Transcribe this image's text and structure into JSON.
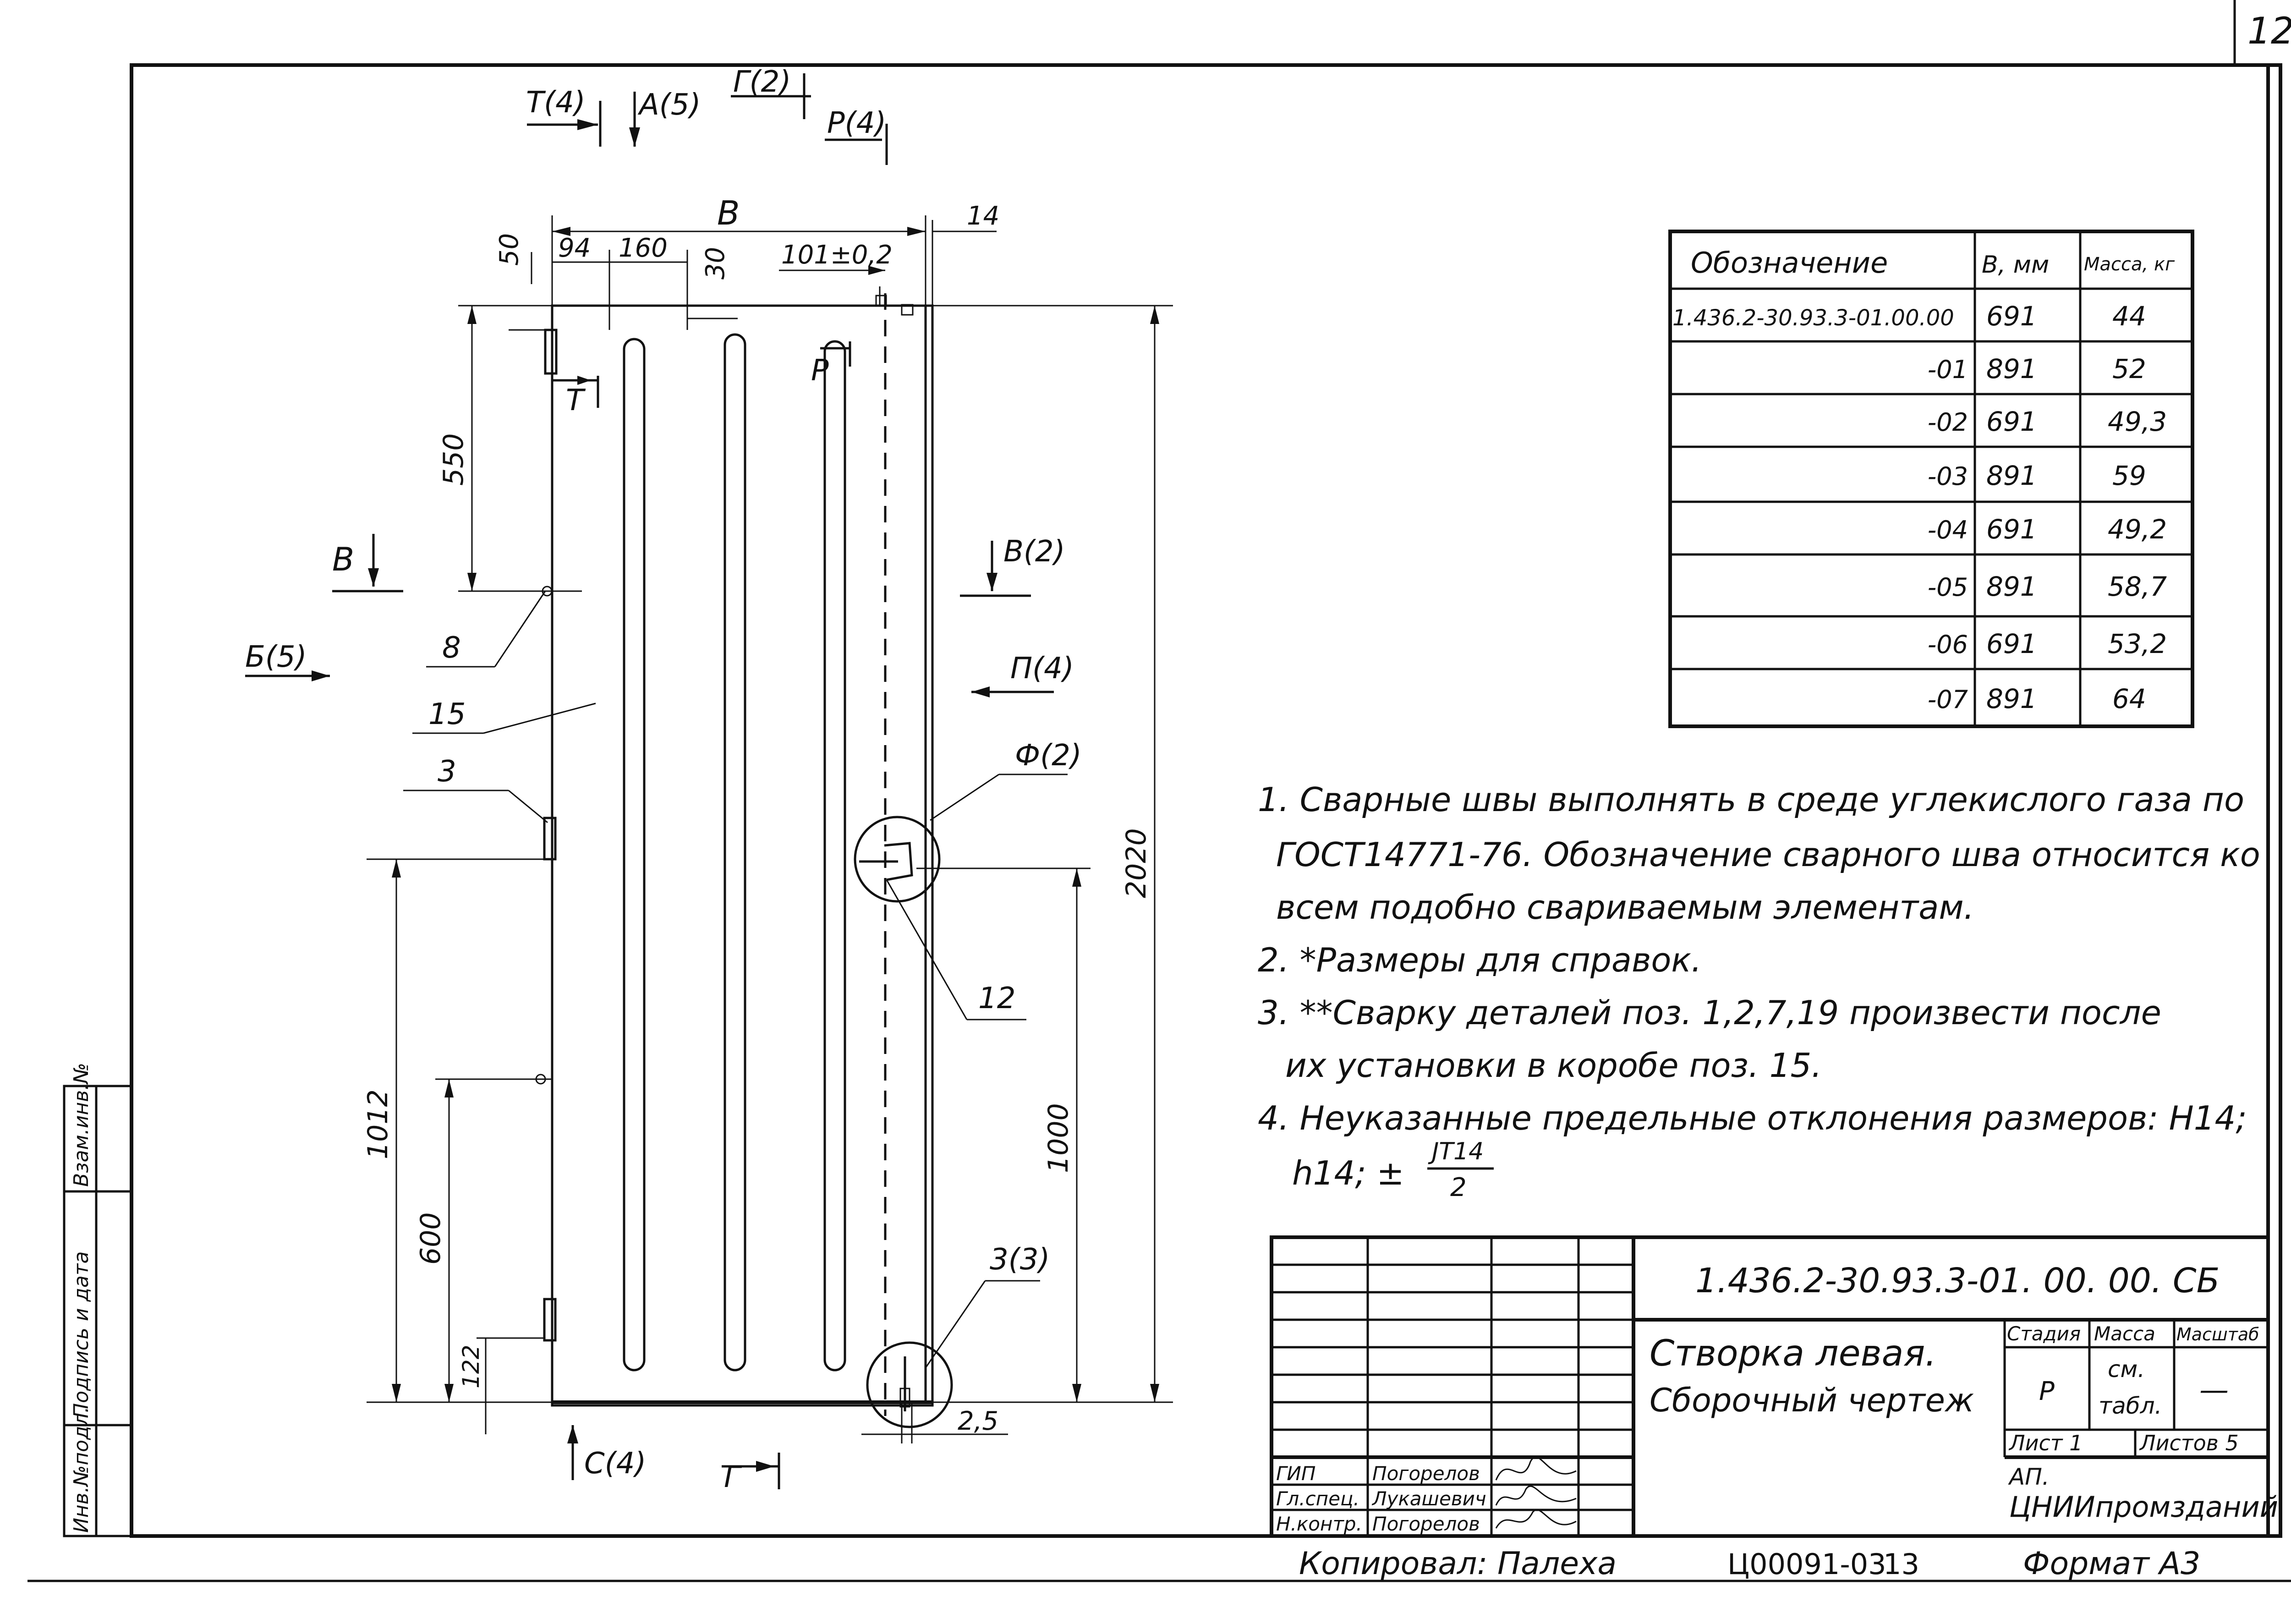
{
  "sheet": {
    "corner_number": "12",
    "side_stamp": [
      "Инв.№подл.",
      "Подпись и дата",
      "Взам.инв.№"
    ]
  },
  "views": {
    "marks": {
      "t4": "Т(4)",
      "a5": "А(5)",
      "g2": "Г(2)",
      "r4": "Р(4)",
      "v": "В",
      "v2": "В(2)",
      "b5": "Б(5)",
      "p4": "П(4)",
      "f2": "Ф(2)",
      "s4": "С(4)",
      "g": "Г",
      "t": "Т",
      "r": "Р"
    },
    "leaders": {
      "l8": "8",
      "l15": "15",
      "l3": "3",
      "l12": "12",
      "l33": "3(3)"
    },
    "dimensions": {
      "width_b": "В",
      "d94": "94",
      "d160": "160",
      "d30": "30",
      "d50": "50",
      "d101": "101±0,2",
      "d14": "14",
      "d550": "550",
      "d2020": "2020",
      "d1012": "1012",
      "d600": "600",
      "d122": "122",
      "d1000": "1000",
      "d25": "2,5"
    }
  },
  "spec_table": {
    "headers": [
      "Обозначение",
      "В, мм",
      "Масса, кг"
    ],
    "rows": [
      [
        "1.436.2-30.93.3-01.00.00",
        "691",
        "44"
      ],
      [
        "-01",
        "891",
        "52"
      ],
      [
        "-02",
        "691",
        "49,3"
      ],
      [
        "-03",
        "891",
        "59"
      ],
      [
        "-04",
        "691",
        "49,2"
      ],
      [
        "-05",
        "891",
        "58,7"
      ],
      [
        "-06",
        "691",
        "53,2"
      ],
      [
        "-07",
        "891",
        "64"
      ]
    ]
  },
  "notes": [
    "1. Сварные швы выполнять в среде углекислого газа по",
    "ГОСТ14771-76. Обозначение сварного шва относится ко",
    "всем подобно свариваемым элементам.",
    "2. *Размеры для справок.",
    "3. **Сварку деталей поз. 1,2,7,19 произвести после",
    "их установки в коробе поз. 15.",
    "4. Неуказанные предельные отклонения размеров: Н14;",
    "h14; ±",
    "JT14",
    "2"
  ],
  "title_block": {
    "designation": "1.436.2-30.93.3-01. 00. 00. СБ",
    "title_line1": "Створка левая.",
    "title_line2": "Сборочный чертеж",
    "stage_header": "Стадия",
    "mass_header": "Масса",
    "scale_header": "Масштаб",
    "stage_value": "Р",
    "mass_value_line1": "см.",
    "mass_value_line2": "табл.",
    "scale_value": "—",
    "sheet_label": "Лист 1",
    "sheets_label": "Листов 5",
    "org_line1": "АП.",
    "org_line2": "ЦНИИпромзданий",
    "signatures": [
      {
        "role": "ГИП",
        "name": "Погорелов"
      },
      {
        "role": "Гл.спец.",
        "name": "Лукашевич"
      },
      {
        "role": "Н.контр.",
        "name": "Погорелов"
      }
    ]
  },
  "footer": {
    "copied": "Копировал: Палеха",
    "archive": "Ц00091-03",
    "page": "13",
    "format": "Формат А3"
  }
}
